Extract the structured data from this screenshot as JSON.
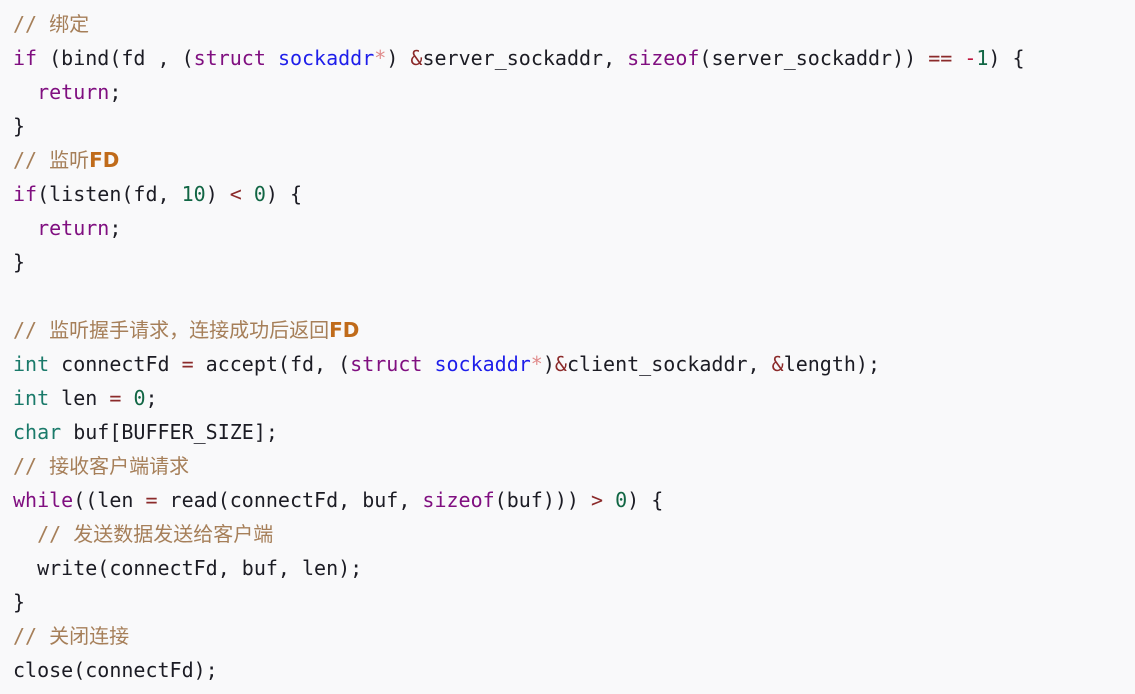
{
  "code": {
    "language": "c",
    "colors": {
      "background": "#f9f9fa",
      "comment": "#a67f59",
      "keyword": "#800f80",
      "type": "#1a7a6a",
      "struct_type": "#1e1eea",
      "operator": "#8b2a2a",
      "number": "#116644",
      "plain": "#1c1c24"
    },
    "lines": [
      [
        {
          "t": "comment",
          "v": "// 绑定"
        }
      ],
      [
        {
          "t": "keyword",
          "v": "if"
        },
        {
          "t": "plain",
          "v": " (bind(fd , ("
        },
        {
          "t": "keyword",
          "v": "struct"
        },
        {
          "t": "plain",
          "v": " "
        },
        {
          "t": "struct-type",
          "v": "sockaddr"
        },
        {
          "t": "star",
          "v": "*"
        },
        {
          "t": "plain",
          "v": ") "
        },
        {
          "t": "op",
          "v": "&"
        },
        {
          "t": "plain",
          "v": "server_sockaddr, "
        },
        {
          "t": "keyword",
          "v": "sizeof"
        },
        {
          "t": "plain",
          "v": "(server_sockaddr)) "
        },
        {
          "t": "op",
          "v": "=="
        },
        {
          "t": "plain",
          "v": " "
        },
        {
          "t": "neg",
          "v": "-"
        },
        {
          "t": "number",
          "v": "1"
        },
        {
          "t": "plain",
          "v": ") {"
        }
      ],
      [
        {
          "t": "plain",
          "v": "  "
        },
        {
          "t": "keyword",
          "v": "return"
        },
        {
          "t": "plain",
          "v": ";"
        }
      ],
      [
        {
          "t": "plain",
          "v": "}"
        }
      ],
      [
        {
          "t": "comment",
          "v": "// 监听"
        },
        {
          "t": "comment-hl",
          "v": "FD"
        }
      ],
      [
        {
          "t": "keyword",
          "v": "if"
        },
        {
          "t": "plain",
          "v": "(listen(fd, "
        },
        {
          "t": "number",
          "v": "10"
        },
        {
          "t": "plain",
          "v": ") "
        },
        {
          "t": "op",
          "v": "<"
        },
        {
          "t": "plain",
          "v": " "
        },
        {
          "t": "number",
          "v": "0"
        },
        {
          "t": "plain",
          "v": ") {"
        }
      ],
      [
        {
          "t": "plain",
          "v": "  "
        },
        {
          "t": "keyword",
          "v": "return"
        },
        {
          "t": "plain",
          "v": ";"
        }
      ],
      [
        {
          "t": "plain",
          "v": "}"
        }
      ],
      [
        {
          "t": "plain",
          "v": ""
        }
      ],
      [
        {
          "t": "comment",
          "v": "// 监听握手请求，连接成功后返回"
        },
        {
          "t": "comment-hl",
          "v": "FD"
        }
      ],
      [
        {
          "t": "type",
          "v": "int"
        },
        {
          "t": "plain",
          "v": " connectFd "
        },
        {
          "t": "op",
          "v": "="
        },
        {
          "t": "plain",
          "v": " accept(fd, ("
        },
        {
          "t": "keyword",
          "v": "struct"
        },
        {
          "t": "plain",
          "v": " "
        },
        {
          "t": "struct-type",
          "v": "sockaddr"
        },
        {
          "t": "star",
          "v": "*"
        },
        {
          "t": "plain",
          "v": ")"
        },
        {
          "t": "op",
          "v": "&"
        },
        {
          "t": "plain",
          "v": "client_sockaddr, "
        },
        {
          "t": "op",
          "v": "&"
        },
        {
          "t": "plain",
          "v": "length);"
        }
      ],
      [
        {
          "t": "type",
          "v": "int"
        },
        {
          "t": "plain",
          "v": " len "
        },
        {
          "t": "op",
          "v": "="
        },
        {
          "t": "plain",
          "v": " "
        },
        {
          "t": "number",
          "v": "0"
        },
        {
          "t": "plain",
          "v": ";"
        }
      ],
      [
        {
          "t": "type",
          "v": "char"
        },
        {
          "t": "plain",
          "v": " buf[BUFFER_SIZE];"
        }
      ],
      [
        {
          "t": "comment",
          "v": "// 接收客户端请求"
        }
      ],
      [
        {
          "t": "keyword",
          "v": "while"
        },
        {
          "t": "plain",
          "v": "((len "
        },
        {
          "t": "op",
          "v": "="
        },
        {
          "t": "plain",
          "v": " read(connectFd, buf, "
        },
        {
          "t": "keyword",
          "v": "sizeof"
        },
        {
          "t": "plain",
          "v": "(buf))) "
        },
        {
          "t": "op",
          "v": ">"
        },
        {
          "t": "plain",
          "v": " "
        },
        {
          "t": "number",
          "v": "0"
        },
        {
          "t": "plain",
          "v": ") {"
        }
      ],
      [
        {
          "t": "plain",
          "v": "  "
        },
        {
          "t": "comment",
          "v": "// 发送数据发送给客户端"
        }
      ],
      [
        {
          "t": "plain",
          "v": "  write(connectFd, buf, len);"
        }
      ],
      [
        {
          "t": "plain",
          "v": "}"
        }
      ],
      [
        {
          "t": "comment",
          "v": "// 关闭连接"
        }
      ],
      [
        {
          "t": "plain",
          "v": "close(connectFd);"
        }
      ]
    ]
  }
}
